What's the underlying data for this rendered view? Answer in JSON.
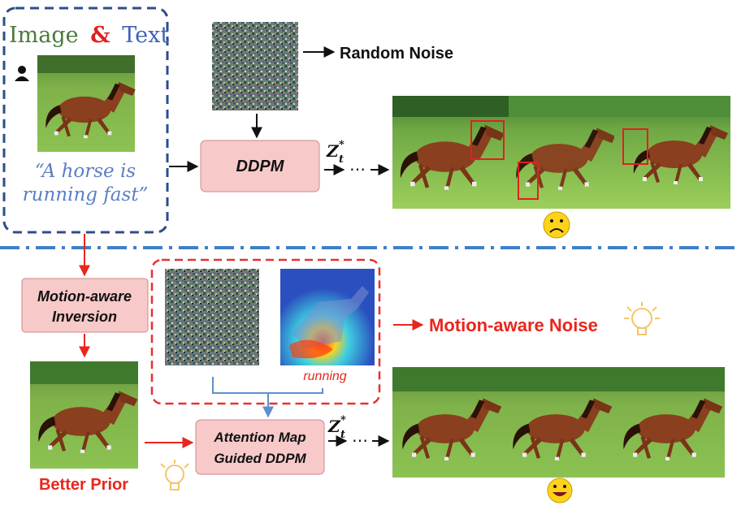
{
  "input_panel": {
    "image_word": "Image",
    "amp_word": "&",
    "text_word": "Text",
    "caption_line1": "“A horse is",
    "caption_line2": "running fast”"
  },
  "top_branch": {
    "noise_label": "Random Noise",
    "ddpm_label": "DDPM",
    "latent_symbol": "Z",
    "latent_sub": "t",
    "latent_sup": "*",
    "ellipsis": "⋯"
  },
  "bottom_branch": {
    "inversion_line1": "Motion-aware",
    "inversion_line2": "Inversion",
    "prior_label": "Better Prior",
    "attention_word": "running",
    "motion_noise_label": "Motion-aware Noise",
    "guided_line1": "Attention Map",
    "guided_line2": "Guided DDPM",
    "latent_symbol": "Z",
    "latent_sub": "t",
    "latent_sup": "*",
    "ellipsis": "⋯"
  },
  "colors": {
    "panel_border": "#2d4d8c",
    "image_word": "#4a7a3a",
    "amp_word": "#e02020",
    "text_word": "#3e62b8",
    "caption": "#5b7ec8",
    "divider": "#3f7fc6",
    "box_fill": "#f8c9c9",
    "red_accent": "#e8261d",
    "attention_box": "#e83030",
    "connector_blue": "#5f8fd0"
  },
  "icons": [
    "user-icon",
    "sad-face-icon",
    "happy-face-icon",
    "lightbulb-icon"
  ]
}
